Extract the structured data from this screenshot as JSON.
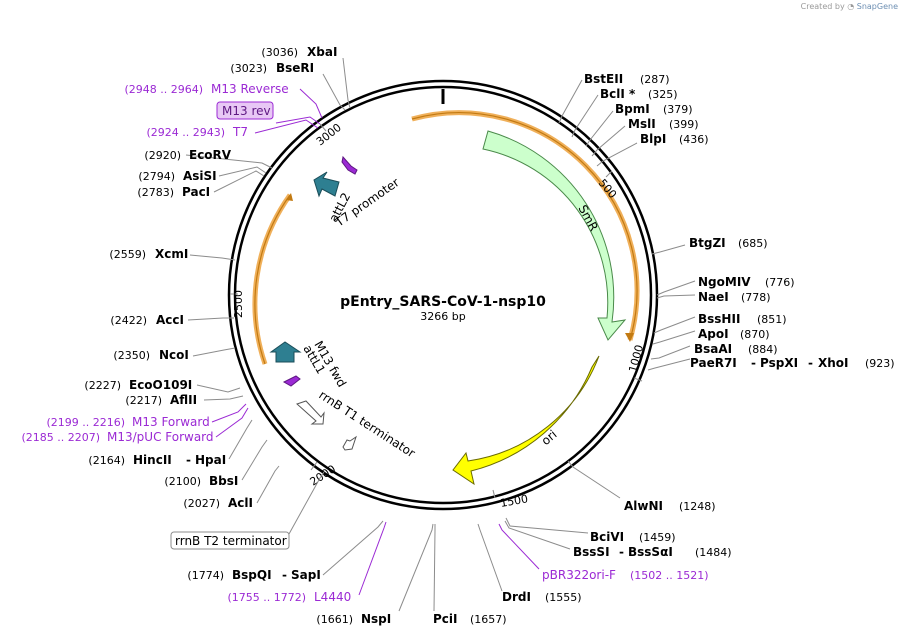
{
  "credit": {
    "prefix": "Created by",
    "brand": "SnapGene"
  },
  "plasmid": {
    "name": "pEntry_SARS-CoV-1-nsp10",
    "length_label": "3266 bp"
  },
  "ticks": [
    "500",
    "1000",
    "1500",
    "2000",
    "2500",
    "3000"
  ],
  "sites": {
    "xbai": {
      "name": "XbaI",
      "pos": "(3036)"
    },
    "bseri": {
      "name": "BseRI",
      "pos": "(3023)"
    },
    "ecorv": {
      "name": "EcoRV",
      "pos": "(2920)"
    },
    "asisi": {
      "name": "AsiSI",
      "pos": "(2794)"
    },
    "paci": {
      "name": "PacI",
      "pos": "(2783)"
    },
    "xcmi": {
      "name": "XcmI",
      "pos": "(2559)"
    },
    "acci": {
      "name": "AccI",
      "pos": "(2422)"
    },
    "ncoi": {
      "name": "NcoI",
      "pos": "(2350)"
    },
    "ecoo109i": {
      "name": "EcoO109I",
      "pos": "(2227)"
    },
    "aflii": {
      "name": "AflII",
      "pos": "(2217)"
    },
    "hincii": {
      "name": "HincII",
      "name2": "HpaI",
      "pos": "(2164)"
    },
    "bbsi": {
      "name": "BbsI",
      "pos": "(2100)"
    },
    "acli": {
      "name": "AclI",
      "pos": "(2027)"
    },
    "bspqi": {
      "name": "BspQI",
      "name2": "SapI",
      "pos": "(1774)"
    },
    "nspi": {
      "name": "NspI",
      "pos": "(1661)"
    },
    "pcii": {
      "name": "PciI",
      "pos": "(1657)"
    },
    "drdi": {
      "name": "DrdI",
      "pos": "(1555)"
    },
    "bssi": {
      "name": "BssSI",
      "name2": "BssSαI",
      "pos": "(1484)"
    },
    "bcivi": {
      "name": "BciVI",
      "pos": "(1459)"
    },
    "alwni": {
      "name": "AlwNI",
      "pos": "(1248)"
    },
    "paer7i": {
      "name": "PaeR7I",
      "name2": "PspXI",
      "name3": "XhoI",
      "pos": "(923)"
    },
    "bsaai": {
      "name": "BsaAI",
      "pos": "(884)"
    },
    "apoi": {
      "name": "ApoI",
      "pos": "(870)"
    },
    "bsshii": {
      "name": "BssHII",
      "pos": "(851)"
    },
    "naei": {
      "name": "NaeI",
      "pos": "(778)"
    },
    "ngomiv": {
      "name": "NgoMIV",
      "pos": "(776)"
    },
    "btgzi": {
      "name": "BtgZI",
      "pos": "(685)"
    },
    "blpi": {
      "name": "BlpI",
      "pos": "(436)"
    },
    "msli": {
      "name": "MslI",
      "pos": "(399)"
    },
    "bpmi": {
      "name": "BpmI",
      "pos": "(379)"
    },
    "bcli": {
      "name": "BclI *",
      "pos": "(325)"
    },
    "bsteii": {
      "name": "BstEII",
      "pos": "(287)"
    }
  },
  "primers": {
    "m13rev_range": "(2948 .. 2964)",
    "m13rev_name": "M13 Reverse",
    "m13rev_box": "M13 rev",
    "t7_range": "(2924 .. 2943)",
    "t7_name": "T7",
    "m13fwd_range": "(2199 .. 2216)",
    "m13fwd_name": "M13 Forward",
    "m13puc_range": "(2185 .. 2207)",
    "m13puc_name": "M13/pUC Forward",
    "l4440_range": "(1755 .. 1772)",
    "l4440_name": "L4440",
    "pbr_name": "pBR322ori-F",
    "pbr_range": "(1502 .. 1521)"
  },
  "features": {
    "smr": "SmR",
    "ori": "ori",
    "attl2": "attL2",
    "t7_promoter": "T7 promoter",
    "m13_fwd": "M13 fwd",
    "attl1": "attL1",
    "rrnb_t1": "rrnB T1 terminator",
    "rrnb_t2": "rrnB T2 terminator"
  },
  "colors": {
    "smr": "#ccffcc",
    "ori": "#ffff00",
    "att": "#2e7f91",
    "primer": "#9b2ad4",
    "orange": "#f0b05a",
    "terminator": "#ffffff"
  }
}
